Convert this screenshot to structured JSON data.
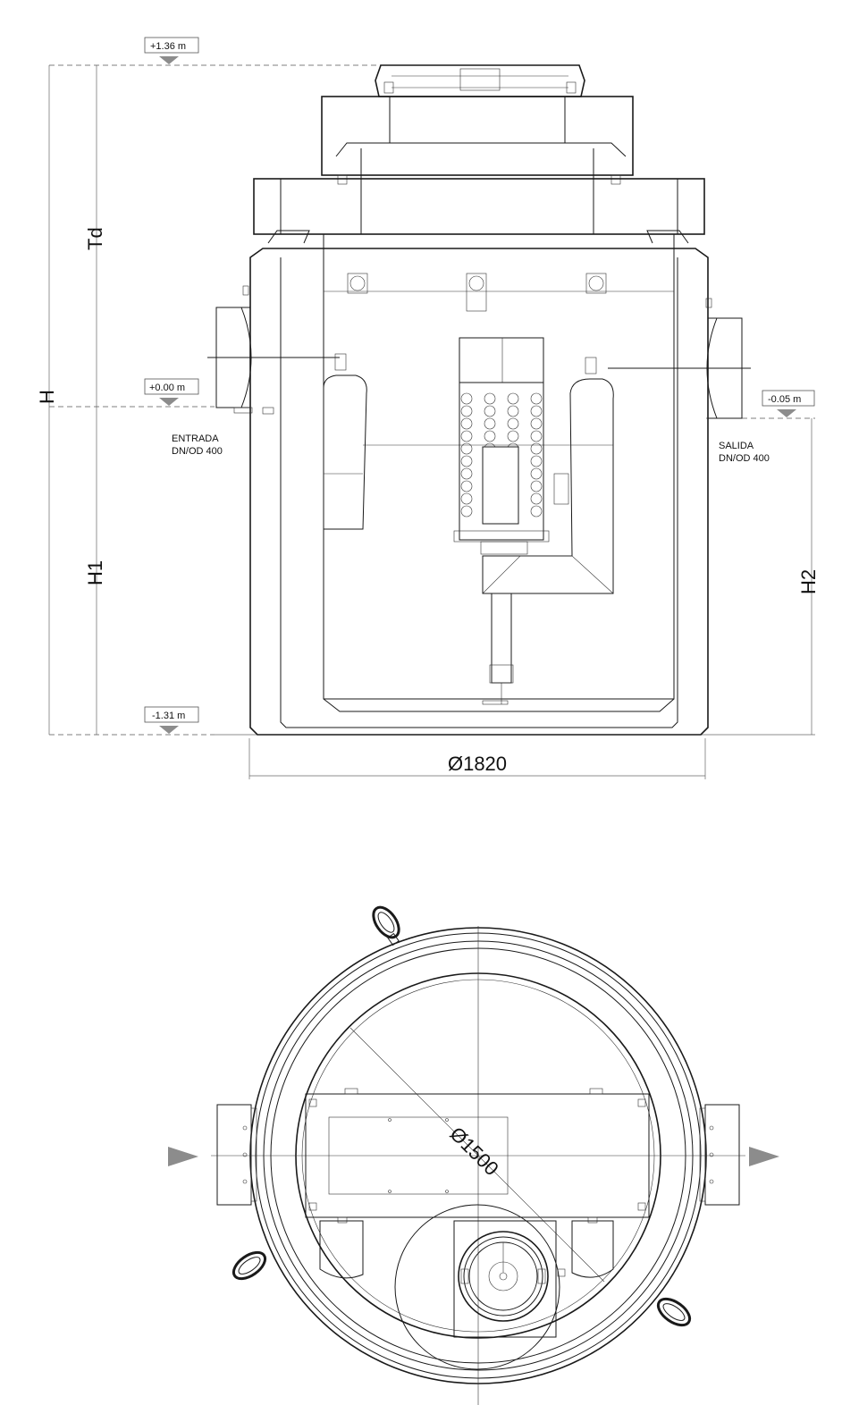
{
  "levels": {
    "top": "+1.36 m",
    "inlet": "+0.00 m",
    "outlet": "-0.05 m",
    "bottom": "-1.31 m"
  },
  "dimensions": {
    "h": "H",
    "td": "Td",
    "h1": "H1",
    "h2": "H2",
    "outer_diameter": "Ø1820",
    "inner_diameter": "Ø1500"
  },
  "inlet": {
    "line1": "ENTRADA",
    "line2": "DN/OD 400"
  },
  "outlet": {
    "line1": "SALIDA",
    "line2": "DN/OD 400"
  },
  "flow_arrows": {
    "in": "triangle-right-icon",
    "out": "triangle-right-icon"
  }
}
